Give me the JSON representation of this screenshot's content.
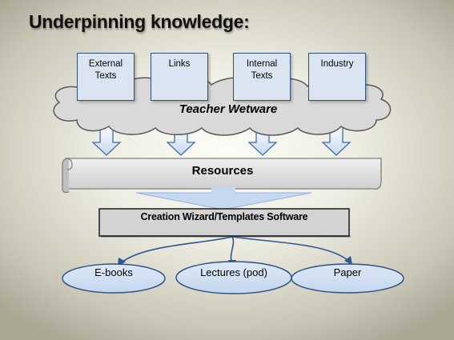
{
  "title": "Underpinning knowledge:",
  "sources": [
    "External\nTexts",
    "Links",
    "Internal\nTexts",
    "Industry"
  ],
  "cloud_label": "Teacher Wetware",
  "resources_label": "Resources",
  "wizard_label": "Creation Wizard/Templates Software",
  "outputs": [
    "E-books",
    "Lectures (pod)",
    "Paper"
  ],
  "colors": {
    "box_fill": "#dbe5f1",
    "box_border": "#2f4f7f",
    "cloud_fill": "#d9d9d9",
    "wizard_fill": "#d3d3d3"
  }
}
